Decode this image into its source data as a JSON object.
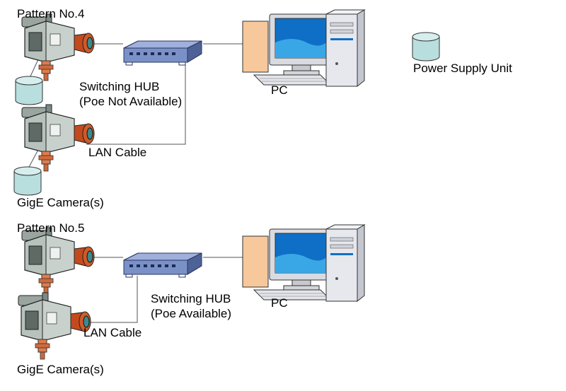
{
  "legend": {
    "power_supply_label": "Power Supply Unit"
  },
  "patterns": [
    {
      "title": "Pattern No.4",
      "hub_label_line1": "Switching HUB",
      "hub_label_line2": "(Poe Not Available)",
      "pc_label": "PC",
      "cable_label": "LAN Cable",
      "camera_label": "GigE Camera(s)"
    },
    {
      "title": "Pattern No.5",
      "hub_label_line1": "Switching HUB",
      "hub_label_line2": "(Poe Available)",
      "pc_label": "PC",
      "cable_label": "LAN Cable",
      "camera_label": "GigE Camera(s)"
    }
  ]
}
